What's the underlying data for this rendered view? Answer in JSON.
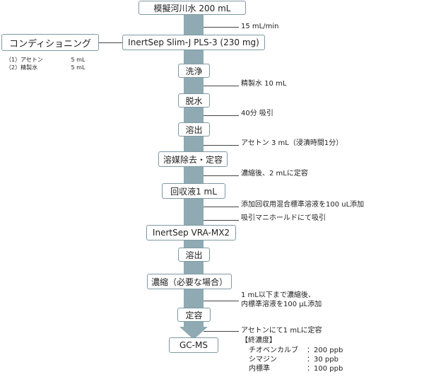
{
  "steps": {
    "sample": "模擬河川水 200 mL",
    "cartridge1": "InertSep Slim-J PLS-3 (230 mg)",
    "wash": "洗浄",
    "dry": "脱水",
    "elute1": "溶出",
    "solvent_removal": "溶媒除去・定容",
    "recovered": "回収液1 mL",
    "cartridge2": "InertSep VRA-MX2",
    "elute2": "溶出",
    "concentrate": "濃縮（必要な場合）",
    "final_volume": "定容",
    "analysis": "GC-MS"
  },
  "conditioning": {
    "title": "コンディショニング",
    "items": [
      {
        "label": "（1）アセトン",
        "volume": "5 mL"
      },
      {
        "label": "（2）精製水",
        "volume": "5 mL"
      }
    ]
  },
  "notes": {
    "flow_rate": "15 mL/min",
    "wash_solvent": "精製水 10 mL",
    "dry_time": "40分 吸引",
    "elution_solvent": "アセトン 3 mL（浸漬時間1分）",
    "concentrate_note": "濃縮後、2 mLに定容",
    "add_standard": "添加回収用混合標準溶液を100 uL添加",
    "manifold": "吸引マニホールドにて吸引",
    "concentrate_line1": "1 mL以下まで濃縮後、",
    "concentrate_line2": "内標準溶液を100 µL添加",
    "final_note": "アセトンにて1 mLに定容"
  },
  "final_concentration": {
    "title": "【終濃度】",
    "items": [
      {
        "name": "チオベンカルブ",
        "value": "：200 ppb"
      },
      {
        "name": "シマジン",
        "value": "：30 ppb"
      },
      {
        "name": "内標準",
        "value": "：100 ppb"
      }
    ]
  },
  "colors": {
    "spine": "#8faab3",
    "box_border": "#7d99a3"
  }
}
